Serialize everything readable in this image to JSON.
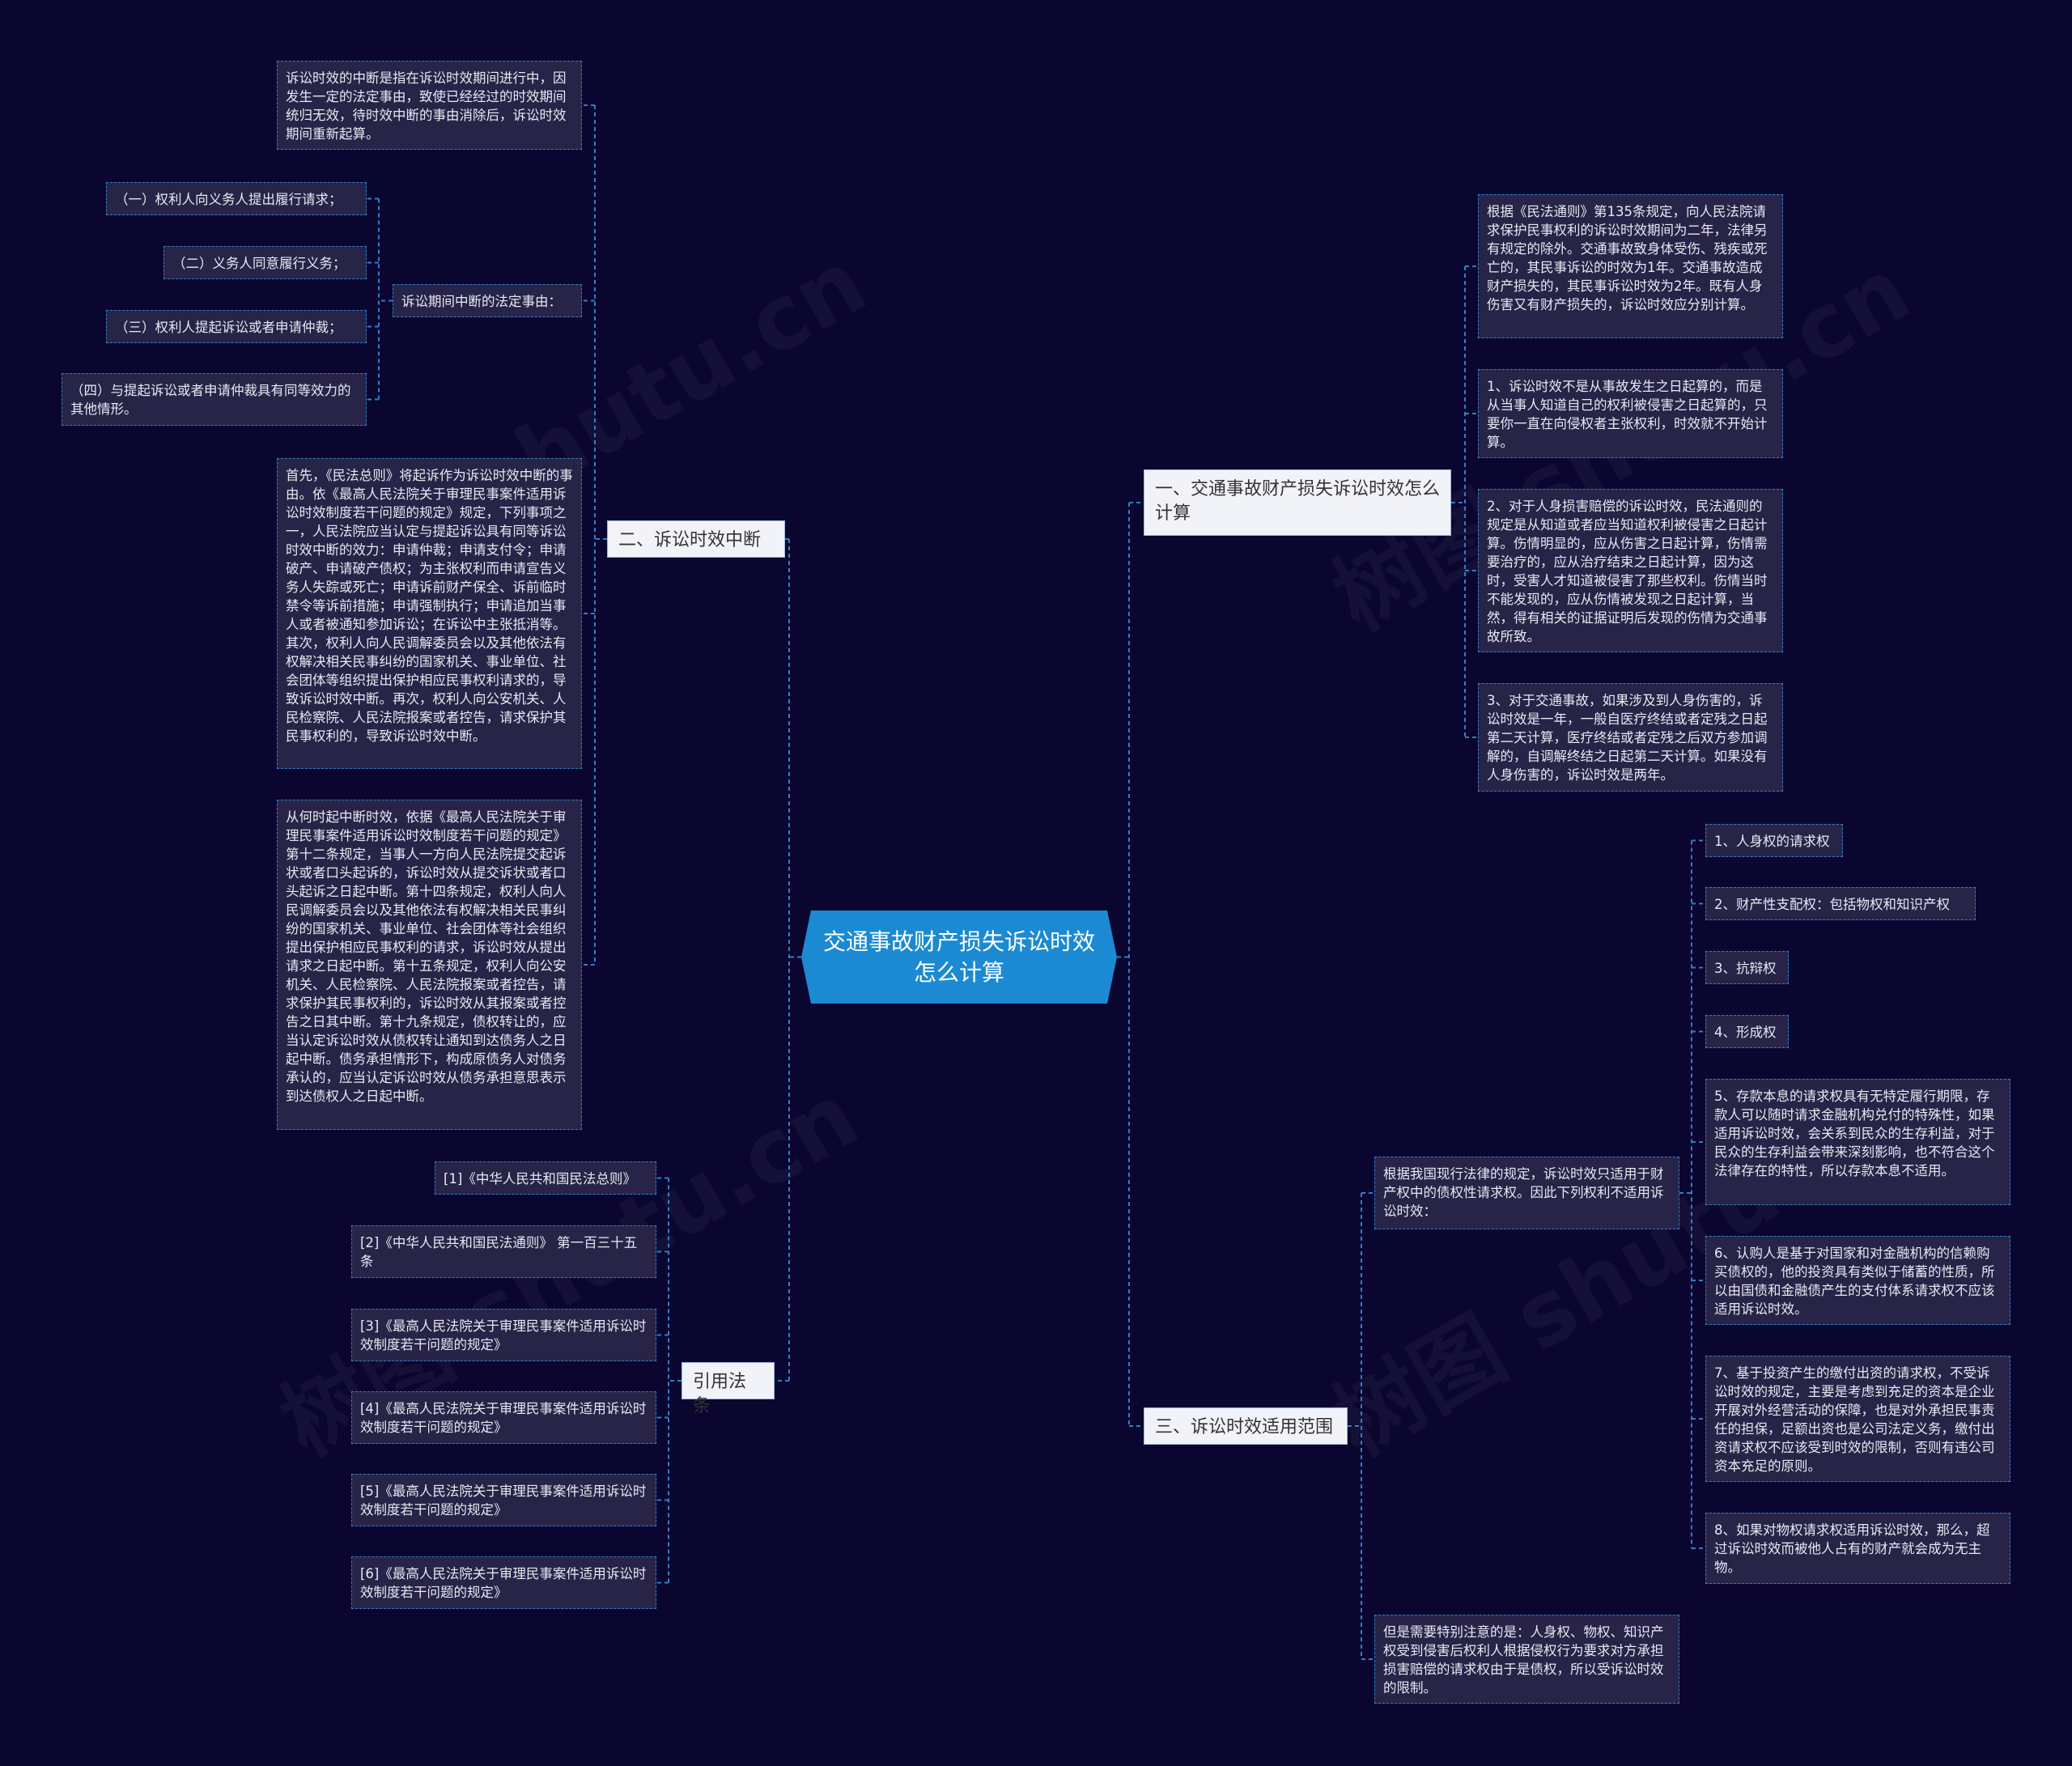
{
  "center": {
    "title": "交通事故财产损失诉讼时效怎么计算"
  },
  "branches": {
    "b1": {
      "label": "一、交通事故财产损失诉讼时效怎么计算",
      "items": [
        "根据《民法通则》第135条规定，向人民法院请求保护民事权利的诉讼时效期间为二年，法律另有规定的除外。交通事故致身体受伤、残疾或死亡的，其民事诉讼的时效为1年。交通事故造成财产损失的，其民事诉讼时效为2年。既有人身伤害又有财产损失的，诉讼时效应分别计算。",
        "1、诉讼时效不是从事故发生之日起算的，而是从当事人知道自己的权利被侵害之日起算的，只要你一直在向侵权者主张权利，时效就不开始计算。",
        "2、对于人身损害赔偿的诉讼时效，民法通则的规定是从知道或者应当知道权利被侵害之日起计算。伤情明显的，应从伤害之日起计算，伤情需要治疗的，应从治疗结束之日起计算，因为这时，受害人才知道被侵害了那些权利。伤情当时不能发现的，应从伤情被发现之日起计算，当然，得有相关的证据证明后发现的伤情为交通事故所致。",
        "3、对于交通事故，如果涉及到人身伤害的，诉讼时效是一年，一般自医疗终结或者定残之日起第二天计算，医疗终结或者定残之后双方参加调解的，自调解终结之日起第二天计算。如果没有人身伤害的，诉讼时效是两年。"
      ]
    },
    "b2": {
      "label": "二、诉讼时效中断",
      "intro": "诉讼时效的中断是指在诉讼时效期间进行中，因发生一定的法定事由，致使已经经过的时效期间统归无效，待时效中断的事由消除后，诉讼时效期间重新起算。",
      "sub_label": "诉讼期间中断的法定事由：",
      "sub_items": [
        "（一）权利人向义务人提出履行请求；",
        "（二）义务人同意履行义务；",
        "（三）权利人提起诉讼或者申请仲裁；",
        "（四）与提起诉讼或者申请仲裁具有同等效力的其他情形。"
      ],
      "para2": "首先，《民法总则》将起诉作为诉讼时效中断的事由。依《最高人民法院关于审理民事案件适用诉讼时效制度若干问题的规定》规定，下列事项之一，人民法院应当认定与提起诉讼具有同等诉讼时效中断的效力：申请仲裁；申请支付令；申请破产、申请破产债权；为主张权利而申请宣告义务人失踪或死亡；申请诉前财产保全、诉前临时禁令等诉前措施；申请强制执行；申请追加当事人或者被通知参加诉讼；在诉讼中主张抵消等。其次，权利人向人民调解委员会以及其他依法有权解决相关民事纠纷的国家机关、事业单位、社会团体等组织提出保护相应民事权利请求的，导致诉讼时效中断。再次，权利人向公安机关、人民检察院、人民法院报案或者控告，请求保护其民事权利的，导致诉讼时效中断。",
      "para3": "从何时起中断时效，依据《最高人民法院关于审理民事案件适用诉讼时效制度若干问题的规定》第十二条规定，当事人一方向人民法院提交起诉状或者口头起诉的，诉讼时效从提交诉状或者口头起诉之日起中断。第十四条规定，权利人向人民调解委员会以及其他依法有权解决相关民事纠纷的国家机关、事业单位、社会团体等社会组织提出保护相应民事权利的请求，诉讼时效从提出请求之日起中断。第十五条规定，权利人向公安机关、人民检察院、人民法院报案或者控告，请求保护其民事权利的，诉讼时效从其报案或者控告之日其中断。第十九条规定，债权转让的，应当认定诉讼时效从债权转让通知到达债务人之日起中断。债务承担情形下，构成原债务人对债务承认的，应当认定诉讼时效从债务承担意思表示到达债权人之日起中断。"
    },
    "b3": {
      "label": "三、诉讼时效适用范围",
      "sub_label": "根据我国现行法律的规定，诉讼时效只适用于财产权中的债权性请求权。因此下列权利不适用诉讼时效：",
      "sub_items": [
        "1、人身权的请求权",
        "2、财产性支配权：包括物权和知识产权",
        "3、抗辩权",
        "4、形成权",
        "5、存款本息的请求权具有无特定履行期限，存款人可以随时请求金融机构兑付的特殊性，如果适用诉讼时效，会关系到民众的生存利益，对于民众的生存利益会带来深刻影响，也不符合这个法律存在的特性，所以存款本息不适用。",
        "6、认购人是基于对国家和对金融机构的信赖购买债权的，他的投资具有类似于储蓄的性质，所以由国债和金融债产生的支付体系请求权不应该适用诉讼时效。",
        "7、基于投资产生的缴付出资的请求权，不受诉讼时效的规定，主要是考虑到充足的资本是企业开展对外经营活动的保障，也是对外承担民事责任的担保，足额出资也是公司法定义务，缴付出资请求权不应该受到时效的限制，否则有违公司资本充足的原则。",
        "8、如果对物权请求权适用诉讼时效，那么，超过诉讼时效而被他人占有的财产就会成为无主物。"
      ],
      "note": "但是需要特别注意的是：人身权、物权、知识产权受到侵害后权利人根据侵权行为要求对方承担损害赔偿的请求权由于是债权，所以受诉讼时效的限制。"
    },
    "b4": {
      "label": "引用法条",
      "items": [
        "[1]《中华人民共和国民法总则》",
        "[2]《中华人民共和国民法通则》 第一百三十五条",
        "[3]《最高人民法院关于审理民事案件适用诉讼时效制度若干问题的规定》",
        "[4]《最高人民法院关于审理民事案件适用诉讼时效制度若干问题的规定》",
        "[5]《最高人民法院关于审理民事案件适用诉讼时效制度若干问题的规定》",
        "[6]《最高人民法院关于审理民事案件适用诉讼时效制度若干问题的规定》"
      ]
    }
  },
  "watermark": "树图 shutu.cn",
  "colors": {
    "background": "#0b0630",
    "center": "#1b8ad3",
    "link": "#2f7fc4",
    "leaf_bg": "#272448",
    "branch_bg": "#f2f3f8"
  }
}
